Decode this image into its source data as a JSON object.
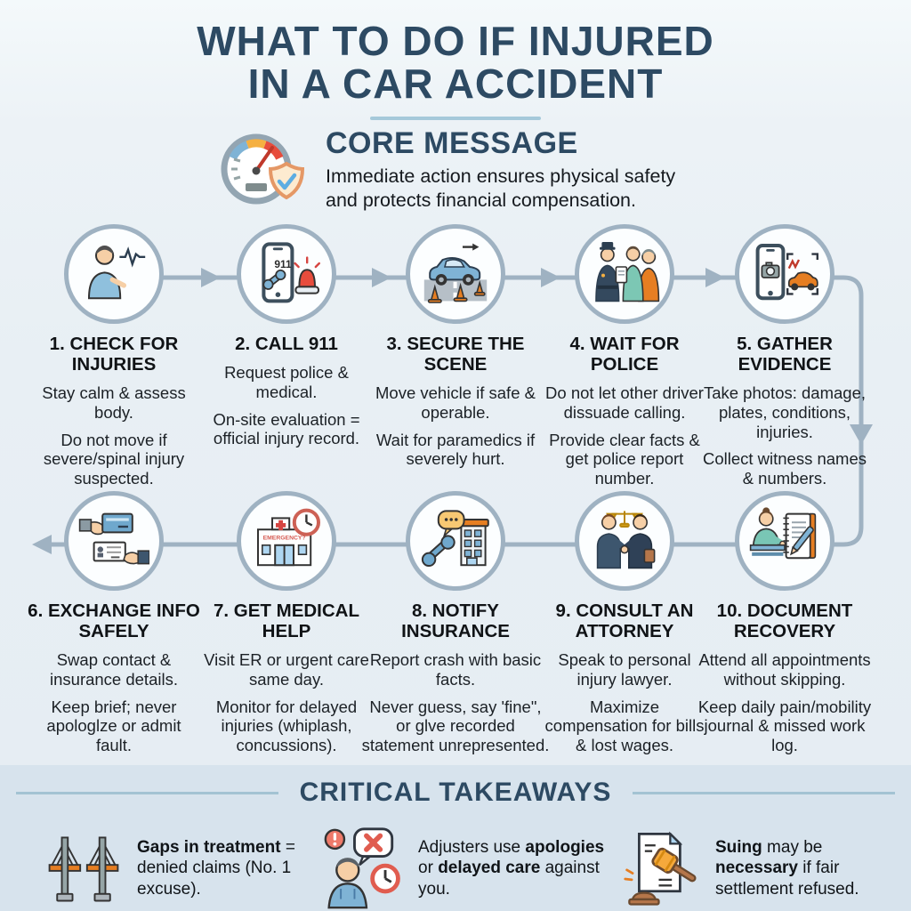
{
  "title": {
    "line1": "WHAT TO DO IF INJURED",
    "line2": "IN A CAR ACCIDENT"
  },
  "core": {
    "heading": "CORE MESSAGE",
    "text": "Immediate action ensures physical safety and protects financial compensation.",
    "icon": "gauge-shield-icon"
  },
  "steps": [
    {
      "title": "1. CHECK FOR INJURIES",
      "para1": "Stay calm & assess body.",
      "para2": "Do not move if severe/spinal injury suspected.",
      "icon": "person-checking-injury-icon"
    },
    {
      "title": "2. CALL 911",
      "para1": "Request police & medical.",
      "para2": "On-site evaluation = official injury record.",
      "icon": "phone-911-siren-icon",
      "icon_text": "911"
    },
    {
      "title": "3. SECURE THE SCENE",
      "para1": "Move vehicle if safe & operable.",
      "para2": "Wait for paramedics if severely hurt.",
      "icon": "car-road-cones-icon"
    },
    {
      "title": "4. WAIT FOR POLICE",
      "para1": "Do not let other driver dissuade calling.",
      "para2": "Provide clear facts & get police report number.",
      "icon": "police-interview-icon"
    },
    {
      "title": "5. GATHER EVIDENCE",
      "para1": "Take photos: damage, plates, conditions, injuries.",
      "para2": "Collect witness names & numbers.",
      "icon": "phone-photo-crash-icon"
    },
    {
      "title": "6. EXCHANGE INFO SAFELY",
      "para1": "Swap contact & insurance details.",
      "para2": "Keep brief; never apologlze or admit fault.",
      "icon": "exchange-cards-icon"
    },
    {
      "title": "7. GET MEDICAL HELP",
      "para1": "Visit ER or urgent care same day.",
      "para2": "Monitor for delayed injuries (whiplash, concussions).",
      "icon": "emergency-building-clock-icon",
      "icon_text": "EMERGENCY?"
    },
    {
      "title": "8. NOTIFY INSURANCE",
      "para1": "Report crash with basic facts.",
      "para2": "Never guess, say 'fine\", or glve recorded statement unrepresented.",
      "icon": "phone-bubble-office-icon"
    },
    {
      "title": "9. CONSULT AN ATTORNEY",
      "para1": "Speak to personal injury lawyer.",
      "para2": "Maximize compensation for bills & lost wages.",
      "icon": "handshake-scales-icon"
    },
    {
      "title": "10. DOCUMENT RECOVERY",
      "para1": "Attend all appointments without skipping.",
      "para2": "Keep daily pain/mobility journal & missed work log.",
      "icon": "journal-writing-icon"
    }
  ],
  "takeaways": {
    "heading": "CRITICAL TAKEAWAYS",
    "items": [
      {
        "icon": "bridge-gap-icon",
        "segments": [
          {
            "t": "Gaps in treatment",
            "b": true
          },
          {
            "t": " = denied claims (No. 1 excuse).",
            "b": false
          }
        ]
      },
      {
        "icon": "adjuster-warning-icon",
        "segments": [
          {
            "t": "Adjusters use ",
            "b": false
          },
          {
            "t": "apologies",
            "b": true
          },
          {
            "t": " or ",
            "b": false
          },
          {
            "t": "delayed care",
            "b": true
          },
          {
            "t": " against you.",
            "b": false
          }
        ]
      },
      {
        "icon": "gavel-document-icon",
        "segments": [
          {
            "t": "Suing",
            "b": true
          },
          {
            "t": " may be ",
            "b": false
          },
          {
            "t": "necessary",
            "b": true
          },
          {
            "t": " if fair settlement refused.",
            "b": false
          }
        ]
      }
    ]
  },
  "colors": {
    "accent_dark": "#2d4a63",
    "connector": "#9fb2c2",
    "underline": "#a5c9da",
    "band_bg": "#d7e3ed"
  }
}
